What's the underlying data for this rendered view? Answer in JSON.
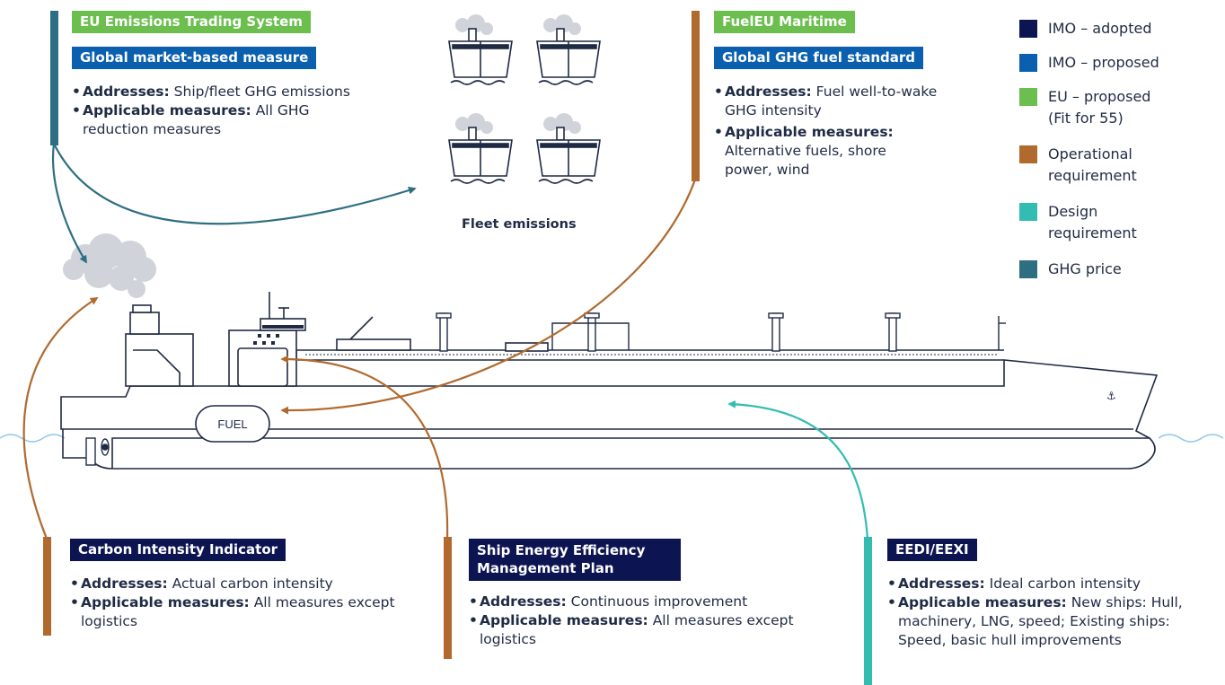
{
  "colors": {
    "imo_adopted": "#0d1452",
    "imo_proposed": "#0a5fae",
    "eu_proposed": "#6cbf4f",
    "operational": "#b06a2e",
    "design": "#33bdb2",
    "ghg_price": "#2e6e82",
    "ship_line": "#1f2a44",
    "water": "#8cc8ea"
  },
  "ets": {
    "title": "EU Emissions Trading System",
    "subtitle": "Global market-based measure",
    "addresses_label": "Addresses:",
    "addresses": "Ship/fleet GHG emissions",
    "measures_label": "Applicable measures:",
    "measures": "All GHG reduction measures"
  },
  "fueleu": {
    "title": "FuelEU Maritime",
    "subtitle": "Global GHG fuel standard",
    "addresses_label": "Addresses:",
    "addresses": "Fuel well-to-wake GHG intensity",
    "measures_label": "Applicable measures:",
    "measures": "Alternative fuels, shore power, wind"
  },
  "fleet": {
    "label": "Fleet emissions"
  },
  "ship": {
    "fuel_label": "FUEL"
  },
  "cii": {
    "title": "Carbon Intensity Indicator",
    "addresses_label": "Addresses:",
    "addresses": "Actual carbon intensity",
    "measures_label": "Applicable measures:",
    "measures": "All measures except logistics"
  },
  "seemp": {
    "title": "Ship Energy Efficiency Management Plan",
    "addresses_label": "Addresses:",
    "addresses": "Continuous improvement",
    "measures_label": "Applicable measures:",
    "measures": "All measures except logistics"
  },
  "eedi": {
    "title": "EEDI/EEXI",
    "addresses_label": "Addresses:",
    "addresses": "Ideal carbon intensity",
    "measures_label": "Applicable measures:",
    "measures": "New ships: Hull, machinery, LNG, speed; Existing ships: Speed, basic hull improvements"
  },
  "legend": {
    "items": [
      {
        "label": "IMO – adopted",
        "color": "#0d1452"
      },
      {
        "label": "IMO – proposed",
        "color": "#0a5fae"
      },
      {
        "label": "EU – proposed (Fit for 55)",
        "color": "#6cbf4f"
      },
      {
        "label": "Operational requirement",
        "color": "#b06a2e"
      },
      {
        "label": "Design requirement",
        "color": "#33bdb2"
      },
      {
        "label": "GHG price",
        "color": "#2e6e82"
      }
    ]
  }
}
